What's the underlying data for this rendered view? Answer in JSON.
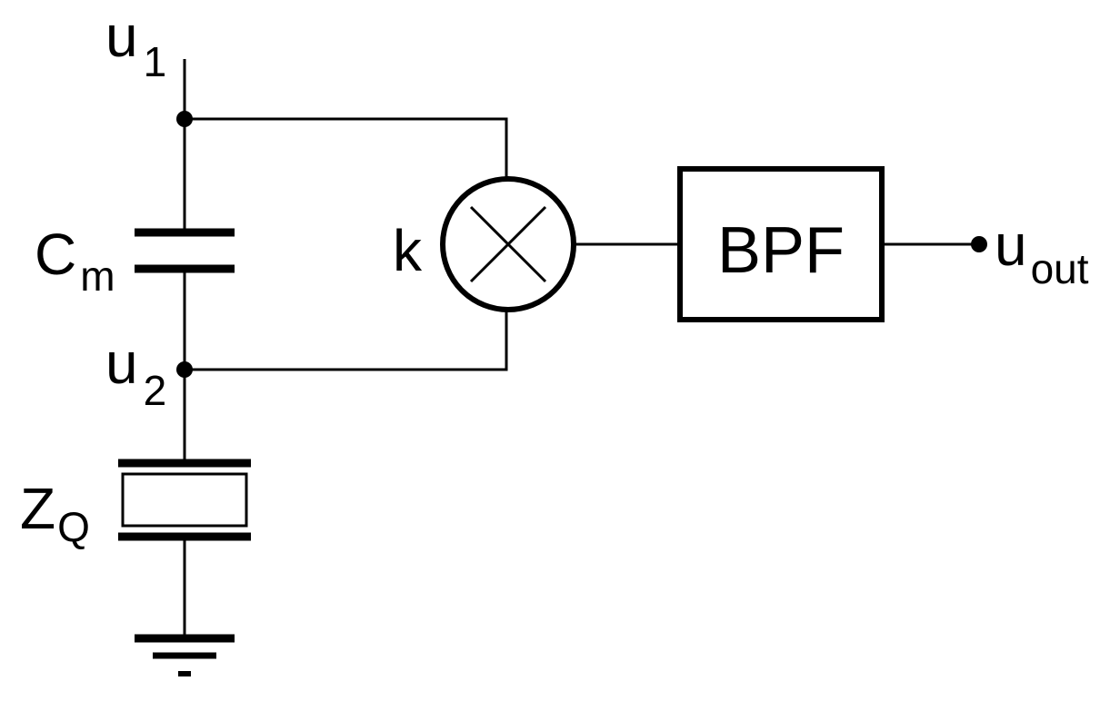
{
  "diagram": {
    "labels": {
      "u1": {
        "main": "u",
        "sub": "1"
      },
      "cm": {
        "main": "C",
        "sub": "m"
      },
      "u2": {
        "main": "u",
        "sub": "2"
      },
      "zq": {
        "main": "Z",
        "sub": "Q"
      },
      "k": "k",
      "bpf": "BPF",
      "uout": {
        "main": "u",
        "sub": "out"
      },
      "ground_minus": "-"
    },
    "colors": {
      "line": "#000000",
      "background": "#ffffff"
    }
  }
}
